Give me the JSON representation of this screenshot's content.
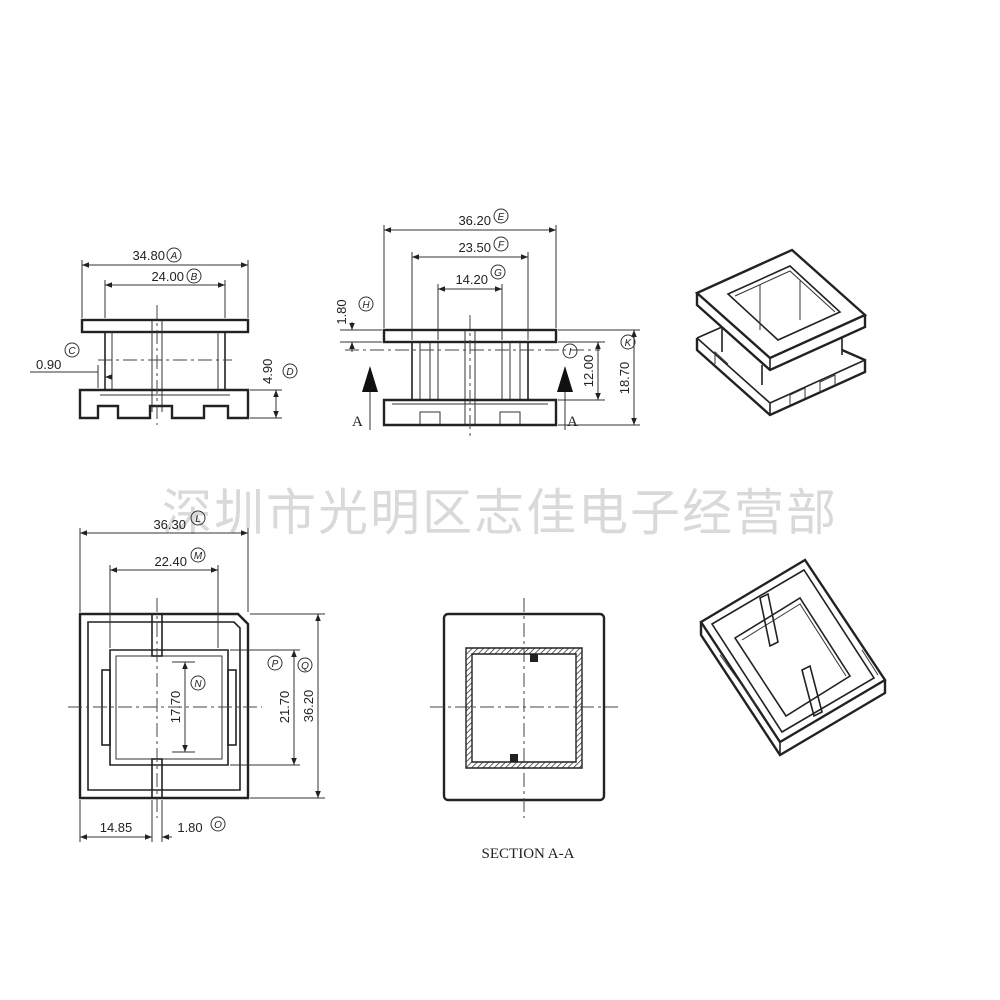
{
  "watermark": "深圳市光明区志佳电子经营部",
  "front_view": {
    "d_a": {
      "value": "34.80",
      "ref": "A"
    },
    "d_b": {
      "value": "24.00",
      "ref": "B"
    },
    "d_c": {
      "value": "0.90",
      "ref": "C"
    },
    "d_d": {
      "value": "4.90",
      "ref": "D"
    }
  },
  "side_view": {
    "d_e": {
      "value": "36.20",
      "ref": "E"
    },
    "d_f": {
      "value": "23.50",
      "ref": "F"
    },
    "d_g": {
      "value": "14.20",
      "ref": "G"
    },
    "d_h": {
      "value": "1.80",
      "ref": "H"
    },
    "d_i": {
      "value": "12.00",
      "ref": "I"
    },
    "d_k": {
      "value": "18.70",
      "ref": "K"
    },
    "section_mark_left": "A",
    "section_mark_right": "A"
  },
  "top_view": {
    "d_l": {
      "value": "36.30",
      "ref": "L"
    },
    "d_m": {
      "value": "22.40",
      "ref": "M"
    },
    "d_n": {
      "value": "17.70",
      "ref": "N"
    },
    "d_p": {
      "value": "21.70",
      "ref": "P"
    },
    "d_q": {
      "value": "36.20",
      "ref": "Q"
    },
    "d_bottom_left": {
      "value": "14.85"
    },
    "d_o": {
      "value": "1.80",
      "ref": "O"
    }
  },
  "section_view": {
    "label": "SECTION A-A"
  }
}
